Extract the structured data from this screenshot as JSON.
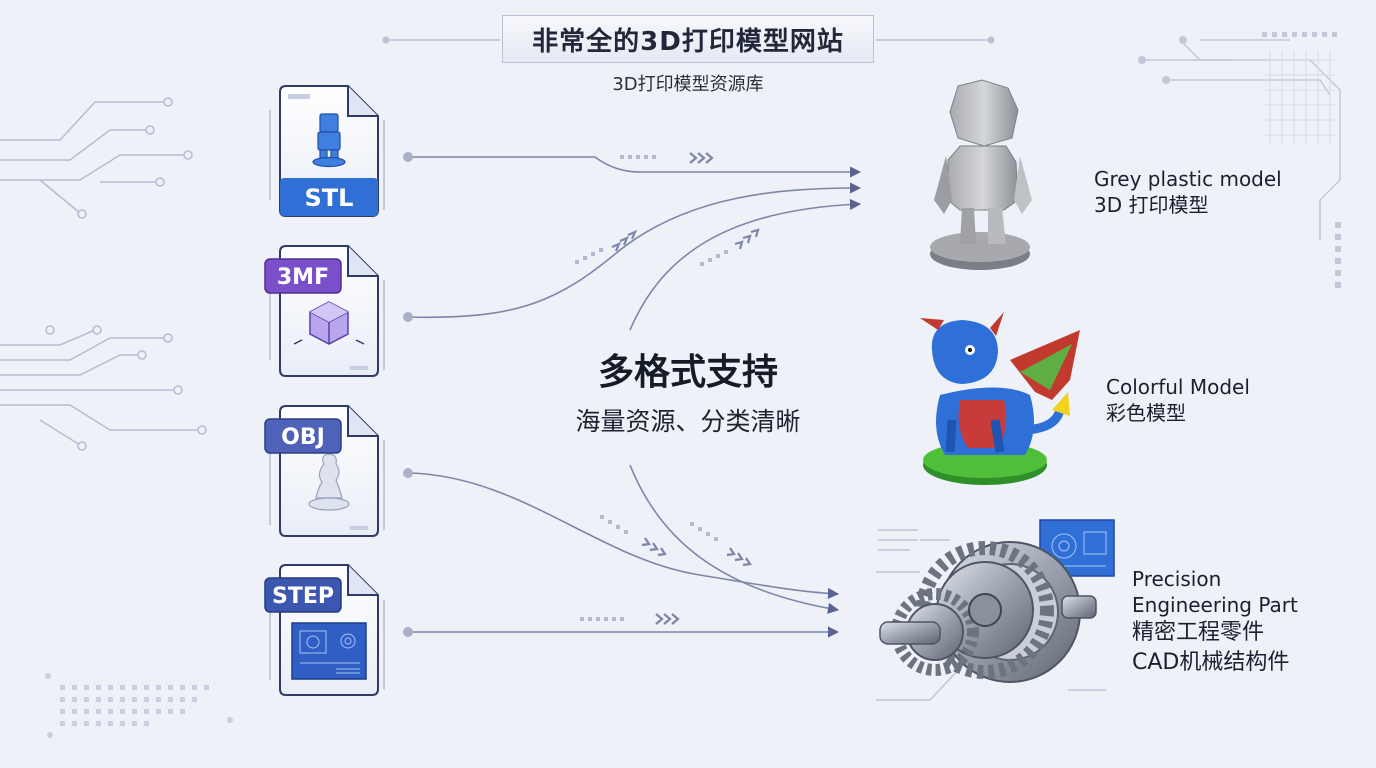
{
  "title": "非常全的3D打印模型网站",
  "subtitle": "3D打印模型资源库",
  "center": {
    "title": "多格式支持",
    "subtitle": "海量资源、分类清晰"
  },
  "formats": [
    {
      "name": "STL",
      "color": "#2f6fd6"
    },
    {
      "name": "3MF",
      "color": "#7a4fc9"
    },
    {
      "name": "OBJ",
      "color": "#4d62b8"
    },
    {
      "name": "STEP",
      "color": "#3c57b0"
    }
  ],
  "outputs": {
    "grey": {
      "line1": "Grey plastic model",
      "line2": "3D 打印模型"
    },
    "colorful": {
      "line1": "Colorful Model",
      "line2": "彩色模型"
    },
    "engineering": {
      "line1": "Precision",
      "line2": "Engineering Part",
      "line3": "精密工程零件",
      "line4": "CAD机械结构件"
    }
  },
  "colors": {
    "background": "#eef1f7",
    "flow_line": "#7d86a8",
    "arrow": "#5a6492"
  }
}
